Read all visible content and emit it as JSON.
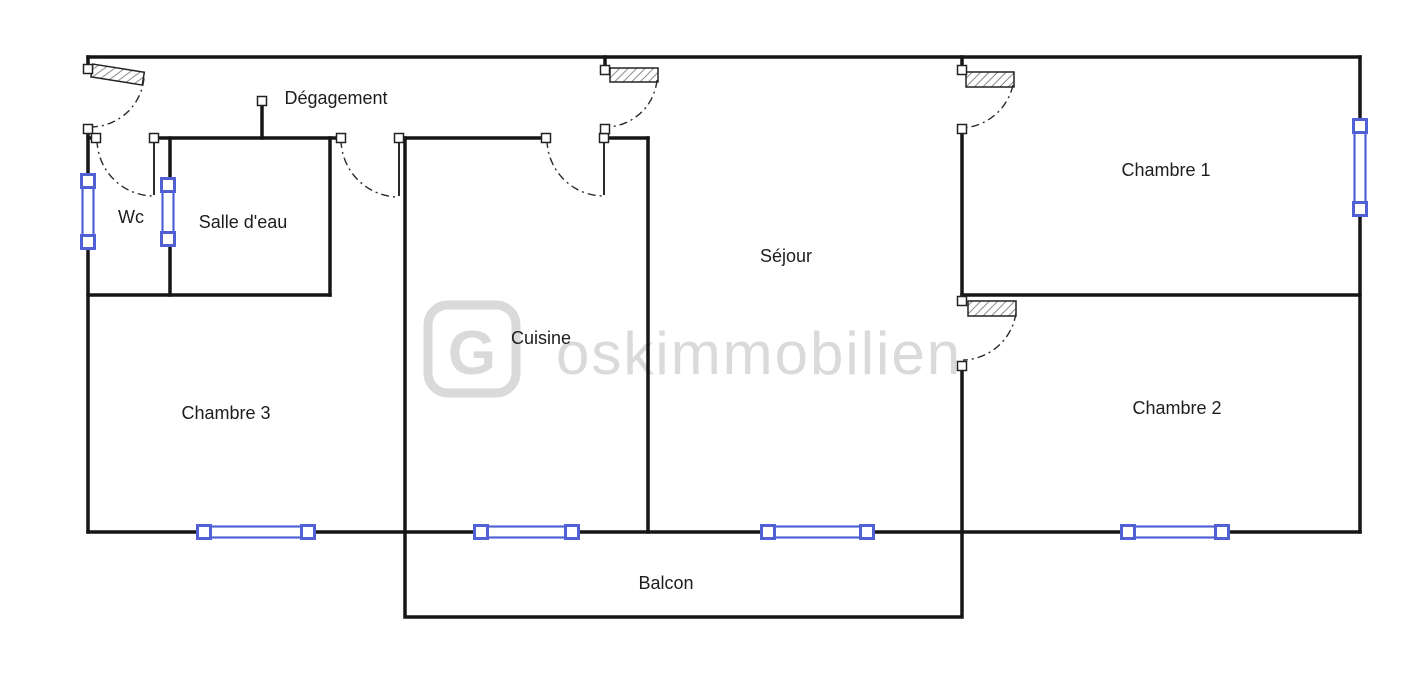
{
  "rooms": {
    "degagement": {
      "label": "Dégagement"
    },
    "wc": {
      "label": "Wc"
    },
    "salle_deau": {
      "label": "Salle d'eau"
    },
    "sejour": {
      "label": "Séjour"
    },
    "chambre1": {
      "label": "Chambre 1"
    },
    "cuisine": {
      "label": "Cuisine"
    },
    "chambre3": {
      "label": "Chambre 3"
    },
    "chambre2": {
      "label": "Chambre 2"
    },
    "balcon": {
      "label": "Balcon"
    }
  },
  "watermark": {
    "logo_letter": "G",
    "text": "oskimmobilien"
  },
  "colors": {
    "wall": "#161616",
    "window": "#5161d4",
    "watermark": "#dadada",
    "background": "#ffffff"
  }
}
